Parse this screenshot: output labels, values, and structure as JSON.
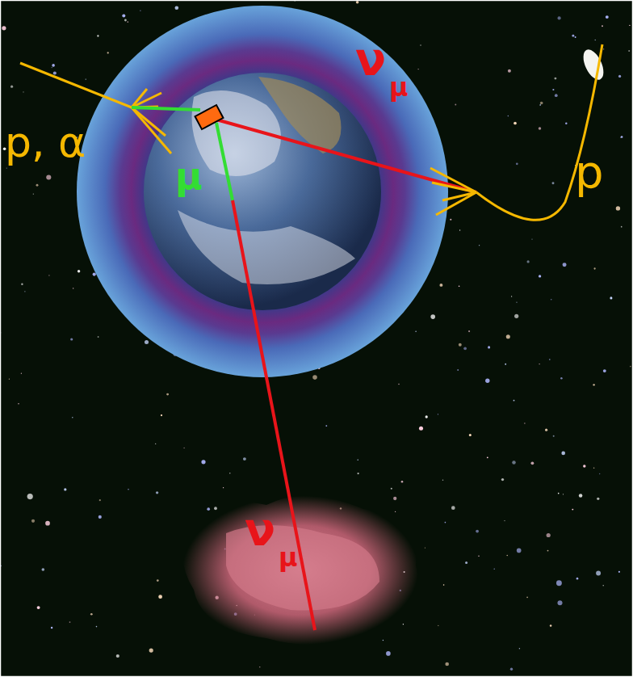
{
  "diagram": {
    "labels": [
      "p, α",
      "ν",
      "μ",
      "μ",
      "ν",
      "μ",
      "p"
    ]
  }
}
